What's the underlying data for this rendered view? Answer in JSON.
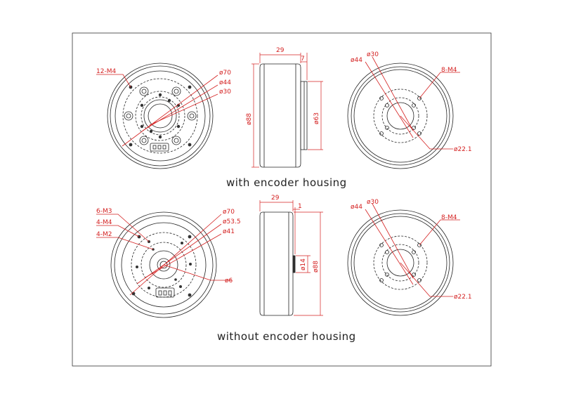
{
  "captions": {
    "top": "with encoder housing",
    "bottom": "without encoder housing"
  },
  "top_front": {
    "holes": "12-M4",
    "d70": "ø70",
    "d44": "ø44",
    "d30": "ø30"
  },
  "top_side": {
    "w29": "29",
    "w7": "7",
    "d88": "ø88",
    "d63": "ø63"
  },
  "top_rear": {
    "d44": "ø44",
    "d30": "ø30",
    "holes": "8-M4",
    "d22": "ø22.1"
  },
  "bottom_front": {
    "m3": "6-M3",
    "m4": "4-M4",
    "m2": "4-M2",
    "d70": "ø70",
    "d53": "ø53.5",
    "d41": "ø41",
    "d6": "ø6"
  },
  "bottom_side": {
    "w29": "29",
    "w1": "1",
    "d14": "ø14",
    "d88": "ø88"
  },
  "bottom_rear": {
    "d44": "ø44",
    "d30": "ø30",
    "holes": "8-M4",
    "d22": "ø22.1"
  },
  "colors": {
    "outline": "#222222",
    "dimension": "#d42020"
  }
}
